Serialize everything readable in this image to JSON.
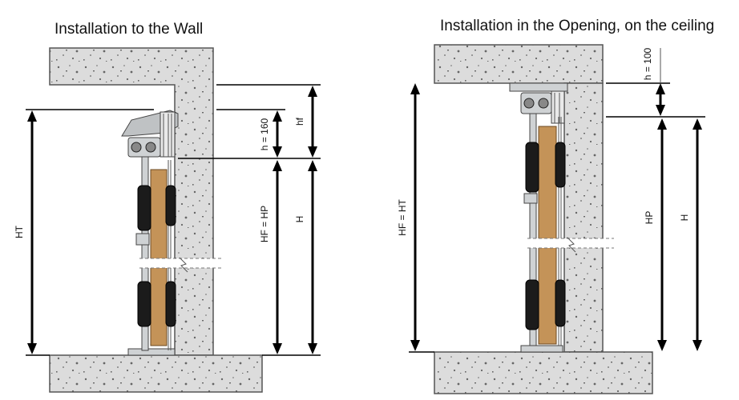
{
  "left_diagram": {
    "title": "Installation to the Wall",
    "labels": {
      "ht": "HT",
      "h160": "h = 160",
      "hf": "hf",
      "hf_hp": "HF = HP",
      "h": "H"
    }
  },
  "right_diagram": {
    "title": "Installation in the Opening, on the ceiling",
    "labels": {
      "h100": "h = 100",
      "hf_ht": "HF = HT",
      "hp": "HP",
      "h": "H"
    }
  },
  "colors": {
    "concrete": "#dcdcdc",
    "panel": "#c49358",
    "hinge": "#1b1b1b",
    "dimension_line": "#000000"
  }
}
